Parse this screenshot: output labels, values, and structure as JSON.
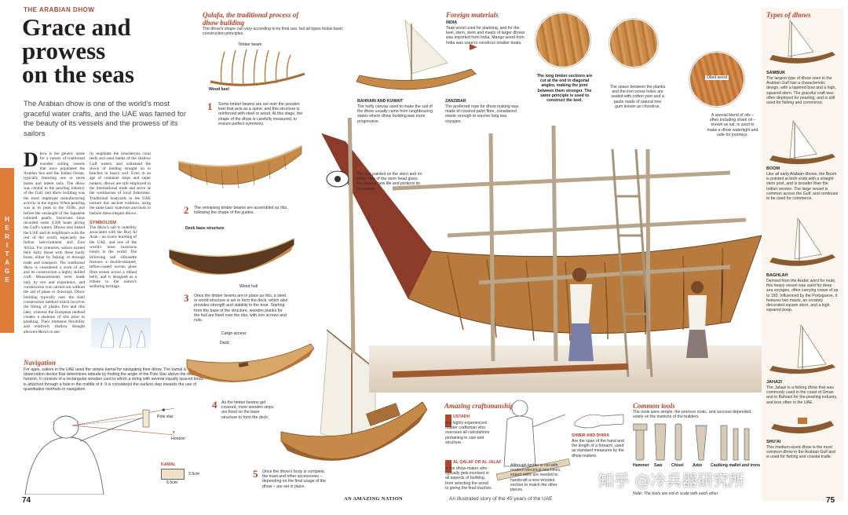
{
  "header": {
    "kicker": "THE ARABIAN DHOW",
    "title_line1": "Grace and",
    "title_line2": "prowess",
    "title_line3": "on the seas",
    "intro": "The Arabian dhow is one of the world's most graceful water crafts, and the UAE was famed for the beauty of its vessels and the prowess of its sailors"
  },
  "side_tab": {
    "label": "HERITAGE"
  },
  "body": {
    "dropcap": "D",
    "col1": "how is the generic name for a variety of traditional wooden sailing vessels that once populated the Arabian Sea and the Indian Ocean, typically featuring one or more masts and lateen sails. The dhow was central to the pearling industry of the Gulf, and dhow building was the most important manufacturing activity in the region. When pearling was at its peak in the 1930s, just before the onslaught of the Japanese cultured pearls, historians have recorded some 4,500 boats plying the Gulf's waters. Dhows also linked the UAE and its neighbours with the rest of the world, especially the Indian sub-continent and East Africa. For centuries, sailors earned their daily bread with these hardy boats, either by fishing, or through trade and transport. The traditional dhow is considered a work of art, and its construction a highly skilled craft. Measurements were made only by eye and experience, and construction was carried out without the aid of plans or drawings. Dhow building typically uses the shell construction method which involves the fitting of planks first and ribs later, whereas the European method creates a skeleton of ribs prior to planking. Their immense flexibility and relatively shallow draught allowed dhows to eas-",
    "col2": "ily negotiate the treacherous coral reefs and sand banks of the shallow Gulf waters, and withstand the shock of landing straight on to beaches in heavy surf. Even in an age of container ships and super tankers, dhows are still employed in the international trade and serve as the workhorses of local fishermen. Traditional boatyards in the UAE nurture this ancient tradition, using the same basic materials and tools to fashion these elegant dhows.",
    "symbolism_title": "SYMBOLISM",
    "symbolism": "The dhow's sail is indelibly associated with the Burj Al Arab – an iconic building of the UAE, and one of the world's most luxurious hotels in the world. The billowing sail silhouette features a double-skinned, teflon-coated woven glass fibre screen across a ribbed belly, and is designed as a tribute to the nation's seafaring heritage."
  },
  "navigation": {
    "title": "Navigation",
    "text": "For ages, sailors in the UAE used the simple kamal for navigating their dhow. The kamal is a celestial observation device that determines latitude by finding the angle of the Pole Star above the distant horizon. It consists of a rectangular wooden card to which a string with several equally spaced knots is attached through a hole in the middle of it. It is considered the earliest step towards the use of quantitative methods in navigation.",
    "pole_star": "Pole star",
    "horizon": "Horizon",
    "kamal_label": "KAMAL",
    "kamal_w": "5.5cm",
    "kamal_h": "2.5cm"
  },
  "qalafa": {
    "title": "Qalafa, the traditional process of dhow building",
    "intro": "The dhow's shape can vary according to its final use, but all types follow basic construction principles.",
    "timber_beam": "Timber beam",
    "wood_keel": "Wood keel",
    "step1_num": "1",
    "step1": "Some timber beams are set over the wooden keel that acts as a spine, and this structure is reinforced with steel or wood. At this stage, the shape of the dhow is carefully measured, to ensure perfect symmetry.",
    "step2_num": "2",
    "step2": "The remaining timber beams are assembled as ribs, following the shape of the guides.",
    "deck_base": "Deck base structure",
    "wood_hull": "Wood hull",
    "step3_num": "3",
    "step3": "Once the timber beams are in place as ribs, a steel or wood structure is set to form the deck, which also provides strength and stability to the boat. Starting from the base of the structure, wooden planks for the hull are fixed over the ribs, with iron screws and nuts.",
    "cargo_access": "Cargo access",
    "deck": "Deck",
    "step4_num": "4",
    "step4": "As the timber beams get covered, more wooden strips are fixed on the base structure to form the deck.",
    "step5_num": "5",
    "step5": "Once the dhow's body is complete, the mast and other accessories – depending on the final usage of the dhow – are set in place."
  },
  "foreign": {
    "title": "Foreign materials",
    "india_title": "INDIA",
    "india": "Teak wood used for planking, and for the keel, stern, stem and masts of larger dhows was imported from India. Mango wood from India was used to construct smaller boats.",
    "bahrain_title": "BAHRAIN AND KUWAIT",
    "bahrain": "The hefty canvas used to make the sail of the dhow usually came from neighbouring states where dhow building was more progressive.",
    "zanzibar_title": "ZANZIBAR",
    "zanzibar": "The preferred rope for dhow making was made of coconut palm fibre, considered elastic enough to survive long sea voyages."
  },
  "details": {
    "timber_sections": "The long timber sections are cut at the end in diagonal angles, making the joint between them stronger. The same principle is used to construct the keel.",
    "space": "The space between the planks and the iron screw holes are sealed with cotton yarn and a paste made of natural tree gum known as chundrus.",
    "oiled_wood": "Oiled wood",
    "oil": "A special blend of oils – often including shark oil – known as sal, is used to make a dhow watertight and safe for journeys."
  },
  "ayn": {
    "title": "AYN",
    "text": "The eye painted on the stern and on either side of the stem head gives the dhow a new life and protects its occupants."
  },
  "craft": {
    "title": "Amazing craftsmanship",
    "ustadh_title": "USTADH",
    "ustadh": "is a highly experienced master craftsman who oversees all calculations pertaining to size and structure.",
    "qalaf_title": "AL QALAF OR AL JALAF",
    "qalaf": "is the dhow-maker who typically gets involved in all aspects of building, from selecting the wood to giving the final touches.",
    "shibr_title": "SHIBIR AND DHIRA",
    "shibr": "Are the span of the hand and the length of a forearm, used as standard measures by the dhow-makers.",
    "timber_cut": "Although timber is cut with modern electrical machines, expert skills are needed to handcraft a new wooden section to match the other pieces."
  },
  "tools": {
    "title": "Common tools",
    "intro": "The tools were simple, the process rustic, and success depended solely on the instincts of the builders.",
    "hammer": "Hammer",
    "saw": "Saw",
    "chisel": "Chisel",
    "adze": "Adze",
    "caulk": "Caulking mallet and irons",
    "note": "Note: The tools are not in scale with each other"
  },
  "types": {
    "title": "Types of dhows",
    "items": [
      {
        "name": "SAMBUK",
        "text": "The largest type of dhow seen in the Arabian Gulf has a characteristic design, with a tapered bow and a high, squared stern. The graceful craft was often deployed for pearling, and is still used for fishing and commerce."
      },
      {
        "name": "BOOM",
        "text": "Like all early Arabian dhows, the Boom is pointed at both ends with a straight stem post, and is broader than the Indian version. The large vessel is common across the Gulf, and continues to be used for commerce."
      },
      {
        "name": "BAGHLAH",
        "text": "Derived from the Arabic word for mule, this heavy vessel was used for deep sea voyages, often carrying crews of up to 150. Influenced by the Portuguese, it features two masts, an ornately decorated square stern, and a high squared poop."
      },
      {
        "name": "JAHAZI",
        "text": "The Jahazi is a fishing dhow that was commonly used in the coast of Oman and in Bahrain for the pearling industry, and less often in the UAE."
      },
      {
        "name": "SHU'AI",
        "text": "This medium-sized dhow is the most common dhow in the Arabian Gulf and is used for fishing and coastal trade."
      }
    ]
  },
  "footer": {
    "page_left": "74",
    "page_right": "75",
    "book": "AN AMAZING NATION",
    "tagline": "An illustrated story of the 45 years of the UAE",
    "watermark": "知乎 @冷兵器研究所"
  },
  "colors": {
    "accent": "#b2452a",
    "tab": "#e07b3a",
    "wood": "#c98a45",
    "sand": "#e7dccb"
  }
}
